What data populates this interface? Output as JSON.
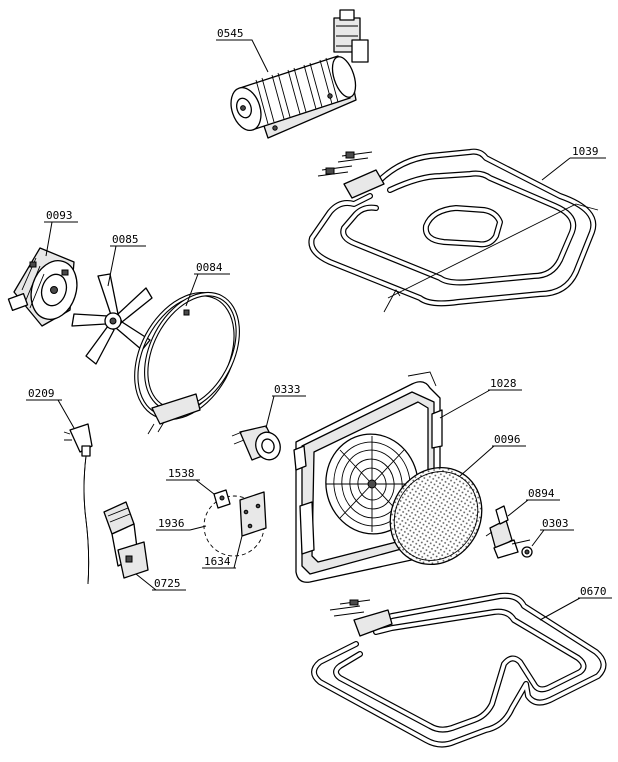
{
  "parts": [
    {
      "code": "0545"
    },
    {
      "code": "1039"
    },
    {
      "code": "0093"
    },
    {
      "code": "0085"
    },
    {
      "code": "0084"
    },
    {
      "code": "0209"
    },
    {
      "code": "0333"
    },
    {
      "code": "1028"
    },
    {
      "code": "0096"
    },
    {
      "code": "1538"
    },
    {
      "code": "1936"
    },
    {
      "code": "1634"
    },
    {
      "code": "0725"
    },
    {
      "code": "0894"
    },
    {
      "code": "0303"
    },
    {
      "code": "0670"
    }
  ]
}
